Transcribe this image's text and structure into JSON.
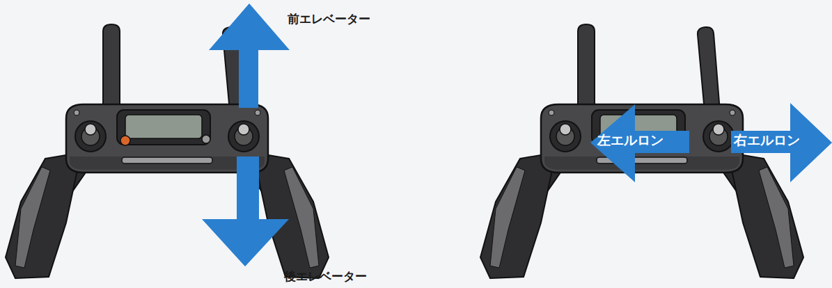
{
  "diagram": {
    "labels": [
      "前エレベーター",
      "後エレベーター",
      "左エルロン",
      "右エルロン"
    ]
  }
}
